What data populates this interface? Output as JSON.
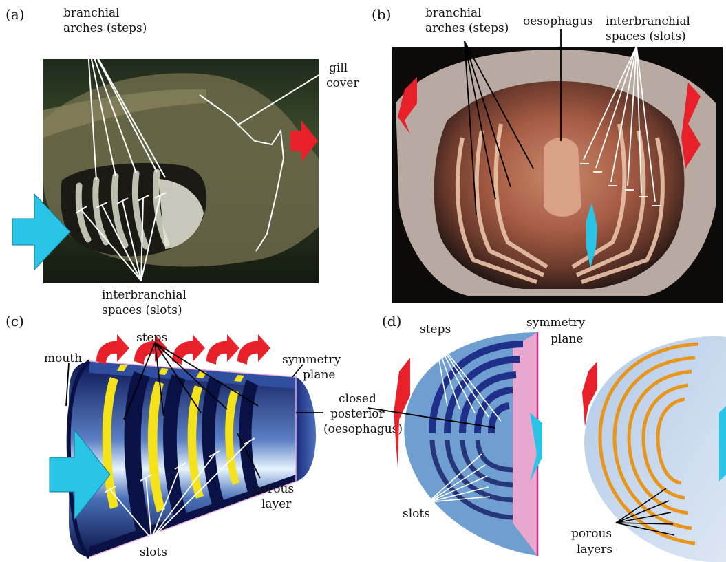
{
  "panels": {
    "a": {
      "letter": "(a)",
      "labels": {
        "arches_line1": "branchial",
        "arches_line2": "arches (steps)",
        "gill_line1": "gill",
        "gill_line2": "cover",
        "spaces_line1": "interbranchial",
        "spaces_line2": "spaces (slots)"
      }
    },
    "b": {
      "letter": "(b)",
      "labels": {
        "arches_line1": "branchial",
        "arches_line2": "arches (steps)",
        "oesophagus": "oesophagus",
        "spaces_line1": "interbranchial",
        "spaces_line2": "spaces (slots)"
      }
    },
    "c": {
      "letter": "(c)",
      "labels": {
        "steps": "steps",
        "mouth": "mouth",
        "symmetry_line1": "symmetry",
        "symmetry_line2": "plane",
        "closed_line1": "closed",
        "closed_line2": "posterior",
        "closed_line3": "(oesophagus)",
        "porous_line1": "porous",
        "porous_line2": "layer",
        "slots": "slots"
      }
    },
    "d": {
      "letter": "(d)",
      "labels": {
        "steps": "steps",
        "symmetry_line1": "symmetry",
        "symmetry_line2": "plane",
        "slots": "slots",
        "porous_line1": "porous",
        "porous_line2": "layers"
      }
    }
  },
  "colors": {
    "inflow_arrow": "#29c4e6",
    "outflow_arrow": "#e8202a",
    "porous_yellow": "#f4e21a",
    "porous_orange": "#e8951a",
    "model_blue": "#6f9fd0",
    "symmetry_pink": "#e9a7cf",
    "symmetry_line": "#cc2288"
  }
}
